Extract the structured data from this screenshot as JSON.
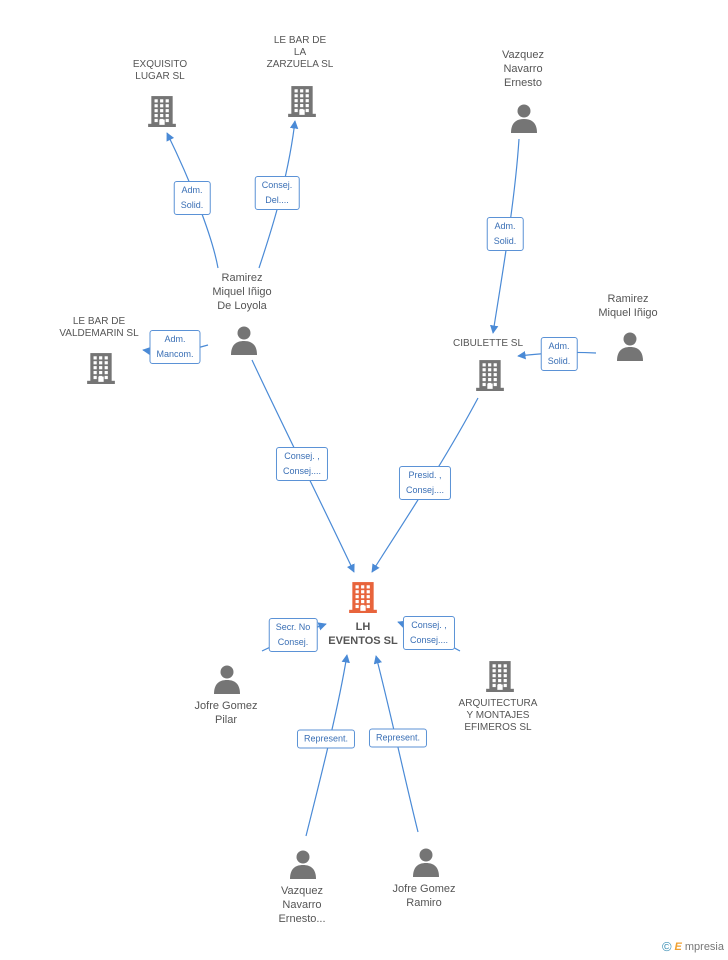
{
  "colors": {
    "edge": "#4a8ad6",
    "icon": "#757575",
    "main_icon": "#e8643c",
    "box_border": "#5b92d6",
    "box_text": "#3a6fb5"
  },
  "nodes": [
    {
      "id": "exquisito",
      "type": "company",
      "icon": "building-icon",
      "label": [
        "EXQUISITO",
        "LUGAR SL"
      ]
    },
    {
      "id": "zarzuela",
      "type": "company",
      "icon": "building-icon",
      "label": [
        "LE BAR DE",
        "LA",
        "ZARZUELA  SL"
      ]
    },
    {
      "id": "vazquez_top",
      "type": "person",
      "icon": "person-icon",
      "label": [
        "Vazquez",
        "Navarro",
        "Ernesto"
      ]
    },
    {
      "id": "ramirez_loyola",
      "type": "person",
      "icon": "person-icon",
      "label": [
        "Ramirez",
        "Miquel Iñigo",
        "De Loyola"
      ]
    },
    {
      "id": "valdemarin",
      "type": "company",
      "icon": "building-icon",
      "label": [
        "LE BAR DE",
        "VALDEMARIN SL"
      ]
    },
    {
      "id": "ramirez_right",
      "type": "person",
      "icon": "person-icon",
      "label": [
        "Ramirez",
        "Miquel Iñigo"
      ]
    },
    {
      "id": "cibulette",
      "type": "company",
      "icon": "building-icon",
      "label": [
        "CIBULETTE SL"
      ]
    },
    {
      "id": "lh",
      "type": "main",
      "icon": "building-icon",
      "label": [
        "LH",
        "EVENTOS SL"
      ]
    },
    {
      "id": "jofre_pilar",
      "type": "person",
      "icon": "person-icon",
      "label": [
        "Jofre Gomez",
        "Pilar"
      ]
    },
    {
      "id": "arquitectura",
      "type": "company",
      "icon": "building-icon",
      "label": [
        "ARQUITECTURA",
        "Y MONTAJES",
        "EFIMEROS  SL"
      ]
    },
    {
      "id": "vazquez_bottom",
      "type": "person",
      "icon": "person-icon",
      "label": [
        "Vazquez",
        "Navarro",
        "Ernesto..."
      ]
    },
    {
      "id": "jofre_ramiro",
      "type": "person",
      "icon": "person-icon",
      "label": [
        "Jofre Gomez",
        "Ramiro"
      ]
    }
  ],
  "relations": [
    {
      "id": "r1",
      "from": "ramirez_loyola",
      "to": "exquisito",
      "label": [
        "Adm.",
        "Solid."
      ]
    },
    {
      "id": "r2",
      "from": "ramirez_loyola",
      "to": "zarzuela",
      "label": [
        "Consej.",
        "Del...."
      ]
    },
    {
      "id": "r3",
      "from": "vazquez_top",
      "to": "cibulette",
      "label": [
        "Adm.",
        "Solid."
      ]
    },
    {
      "id": "r4",
      "from": "ramirez_loyola",
      "to": "valdemarin",
      "label": [
        "Adm.",
        "Mancom."
      ]
    },
    {
      "id": "r5",
      "from": "ramirez_right",
      "to": "cibulette",
      "label": [
        "Adm.",
        "Solid."
      ]
    },
    {
      "id": "r6",
      "from": "ramirez_loyola",
      "to": "lh",
      "label": [
        "Consej. ,",
        "Consej...."
      ]
    },
    {
      "id": "r7",
      "from": "cibulette",
      "to": "lh",
      "label": [
        "Presid. ,",
        "Consej...."
      ]
    },
    {
      "id": "r8",
      "from": "jofre_pilar",
      "to": "lh",
      "label": [
        "Secr.  No",
        "Consej."
      ]
    },
    {
      "id": "r9",
      "from": "arquitectura",
      "to": "lh",
      "label": [
        "Consej. ,",
        "Consej...."
      ]
    },
    {
      "id": "r10",
      "from": "vazquez_bottom",
      "to": "lh",
      "label": [
        "Represent."
      ]
    },
    {
      "id": "r11",
      "from": "jofre_ramiro",
      "to": "lh",
      "label": [
        "Represent."
      ]
    }
  ],
  "brand": {
    "copyright_symbol": "©",
    "name": "mpresia",
    "mark": "E"
  }
}
